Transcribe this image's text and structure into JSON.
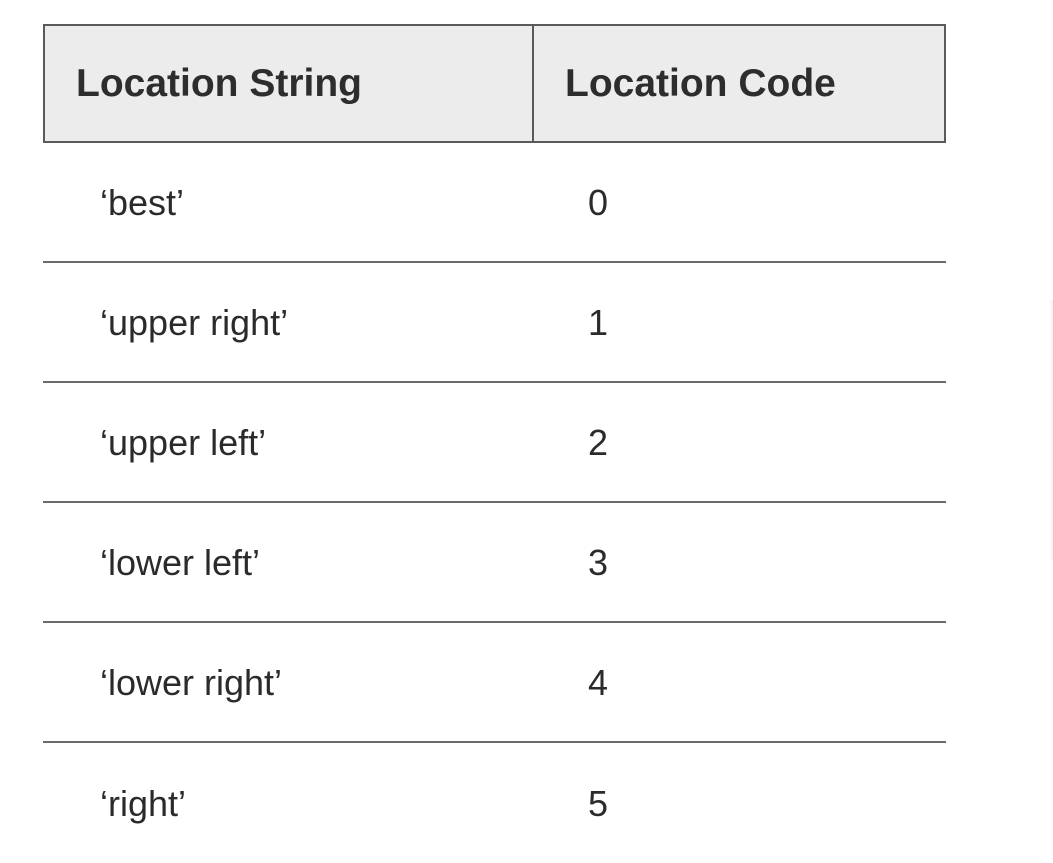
{
  "table": {
    "headers": {
      "location_string": "Location String",
      "location_code": "Location Code"
    },
    "rows": [
      {
        "string": "‘best’",
        "code": "0"
      },
      {
        "string": "‘upper right’",
        "code": "1"
      },
      {
        "string": "‘upper left’",
        "code": "2"
      },
      {
        "string": "‘lower left’",
        "code": "3"
      },
      {
        "string": "‘lower right’",
        "code": "4"
      },
      {
        "string": "‘right’",
        "code": "5"
      }
    ]
  },
  "colors": {
    "header_background": "#ececec",
    "border": "#5a5a5a",
    "text": "#2b2b2b"
  }
}
